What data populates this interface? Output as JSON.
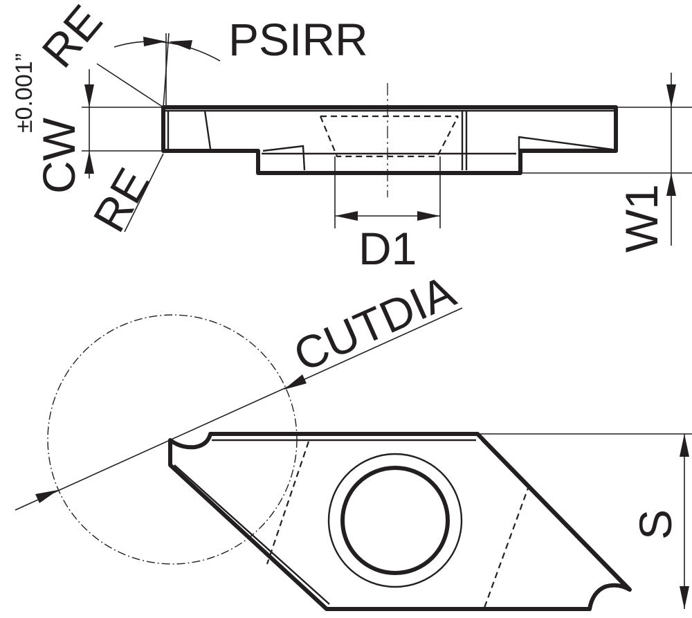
{
  "labels": {
    "re_top": "RE",
    "psirr": "PSIRR",
    "tolerance": "±0.001”",
    "cw": "CW",
    "re_bottom": "RE",
    "d1": "D1",
    "w1": "W1",
    "cutdia": "CUTDIA",
    "s": "S"
  },
  "icons": {
    "side_view": "insert-side-view",
    "top_view": "insert-top-view"
  },
  "colors": {
    "line": "#231f20",
    "background": "#ffffff"
  }
}
